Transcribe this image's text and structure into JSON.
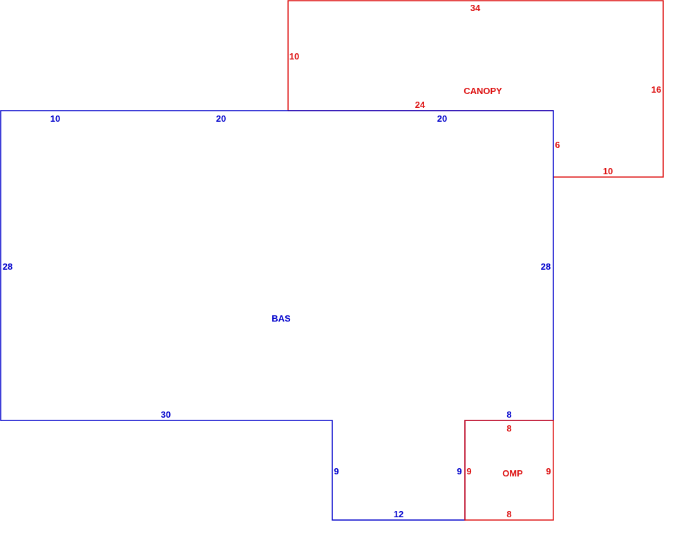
{
  "colors": {
    "bas": "#0000cc",
    "canopy": "#dd1111",
    "omp": "#dd1111",
    "background": "#ffffff"
  },
  "areas": {
    "bas": {
      "label": "BAS",
      "dims": {
        "top_a": "10",
        "top_b": "20",
        "top_c": "20",
        "left": "28",
        "right": "28",
        "bottom_left": "30",
        "step_left": "9",
        "bottom_mid": "12",
        "step_right": "9",
        "bottom_right": "8"
      }
    },
    "canopy": {
      "label": "CANOPY",
      "dims": {
        "top": "34",
        "left": "10",
        "right": "16",
        "bottom_long": "24",
        "inner_right": "6",
        "bottom_short": "10"
      }
    },
    "omp": {
      "label": "OMP",
      "dims": {
        "top": "8",
        "left": "9",
        "right": "9",
        "bottom": "8"
      }
    }
  }
}
